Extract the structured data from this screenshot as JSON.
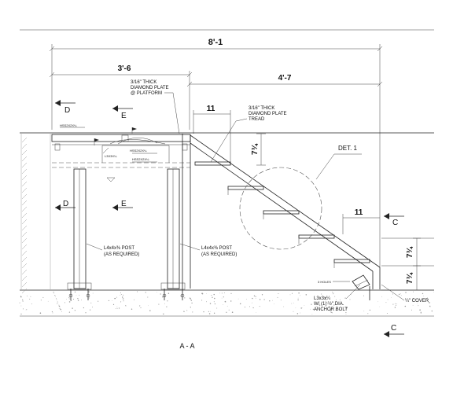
{
  "dimensions": {
    "overall": "8'-1",
    "platform": "3'-6",
    "stair_run": "4'-7",
    "tread_top": "11",
    "tread_bottom": "11",
    "rise_upper": "7¾",
    "rise_lower_1": "7¾",
    "rise_lower_2": "7¾"
  },
  "notes": {
    "diamond_platform": [
      "3/16\" THICK",
      "DIAMOND PLATE",
      "@ PLATFORM"
    ],
    "diamond_tread": [
      "3/16\" THICK",
      "DIAMOND PLATE",
      "TREAD"
    ],
    "post_left": [
      "L4x4x⅜ POST",
      "(AS REQUIRED)"
    ],
    "post_right": [
      "L4x4x⅜ POST",
      "(AS REQUIRED)"
    ],
    "anchor": [
      "L3x3x¼",
      "W/ (1) ½\" DIA.",
      "ANCHOR BOLT"
    ],
    "cover": "¼\" COVER",
    "detail": "DET. 1",
    "small_labels": [
      "HSS2X2X¼",
      "L3X3X¼",
      "HSS2X2X¼",
      "HSS2X2X¼",
      "3 HOLES"
    ]
  },
  "section_markers": {
    "d_top": "D",
    "e_top": "E",
    "d_mid": "D",
    "e_mid": "E",
    "c_mid": "C",
    "c_bottom": "C"
  },
  "title": "A - A",
  "colors": {
    "line": "#222222",
    "ground_hatch": "#9a9a9a",
    "background": "#ffffff"
  }
}
